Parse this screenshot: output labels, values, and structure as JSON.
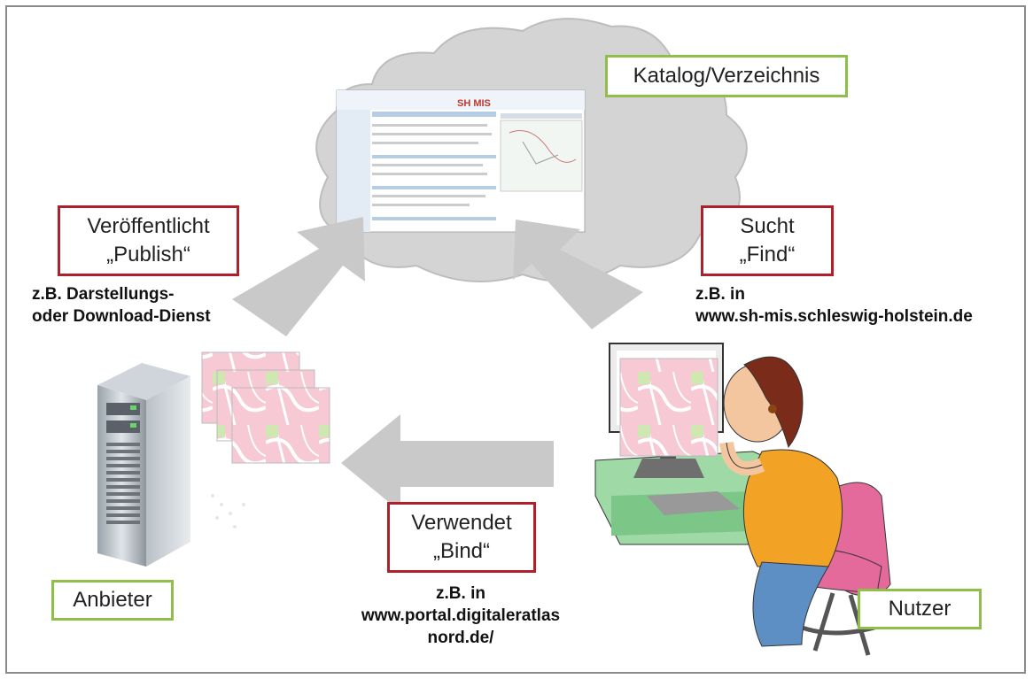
{
  "boxes": {
    "katalog": "Katalog/Verzeichnis",
    "publish_l1": "Veröffentlicht",
    "publish_l2": "„Publish“",
    "find_l1": "Sucht",
    "find_l2": "„Find“",
    "bind_l1": "Verwendet",
    "bind_l2": "„Bind“",
    "anbieter": "Anbieter",
    "nutzer": "Nutzer"
  },
  "notes": {
    "publish_l1": "z.B. Darstellungs-",
    "publish_l2": "oder Download-Dienst",
    "find_l1": "z.B. in",
    "find_l2": "www.sh-mis.schleswig-holstein.de",
    "bind_l1": "z.B. in",
    "bind_l2": "www.portal.digitaleratlas",
    "bind_l3": "nord.de/"
  },
  "colors": {
    "green_border": "#8fbf4a",
    "red_border": "#b0202a",
    "arrow_gray": "#c9c9c9",
    "cloud_gray": "#d4d4d4"
  },
  "icons": {
    "cloud": "cloud-icon",
    "server": "server-icon",
    "user": "user-at-computer-icon",
    "map": "map-icon"
  }
}
